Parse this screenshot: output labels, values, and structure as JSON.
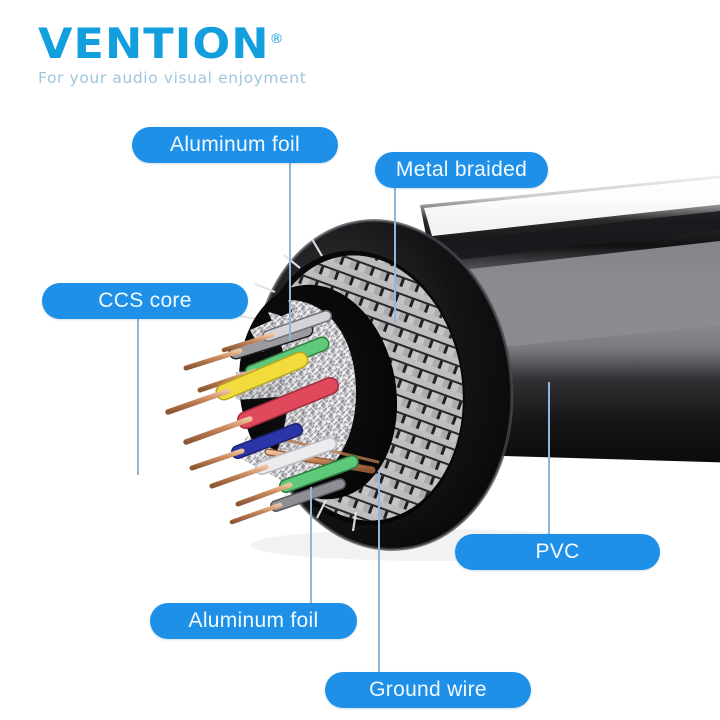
{
  "brand": {
    "name": "VENTION",
    "registered_mark": "®",
    "tagline": "For your audio visual enjoyment",
    "logo_color": "#139FDE",
    "tagline_color": "#9DC6DC"
  },
  "theme": {
    "pill_bg": "#1E90E8",
    "pill_text": "#F2FAFF",
    "leader_color": "#8FB9D6",
    "background": "#FFFFFF"
  },
  "diagram": {
    "subject": "coaxial-multicore-cable-cutaway",
    "jacket_color": "#0B0B0C",
    "labels": [
      {
        "id": "aluminum-foil-top",
        "text": "Aluminum foil"
      },
      {
        "id": "metal-braided",
        "text": "Metal braided"
      },
      {
        "id": "ccs-core",
        "text": "CCS core"
      },
      {
        "id": "pvc",
        "text": "PVC"
      },
      {
        "id": "aluminum-foil-bottom",
        "text": "Aluminum foil"
      },
      {
        "id": "ground-wire",
        "text": "Ground wire"
      }
    ],
    "core_wire_colors": [
      "#5FC97A",
      "#F2DC3C",
      "#E0485C",
      "#2B35A8",
      "#E8E8E8",
      "#9A9A9A"
    ],
    "conductor_color": "#C98A5E"
  }
}
